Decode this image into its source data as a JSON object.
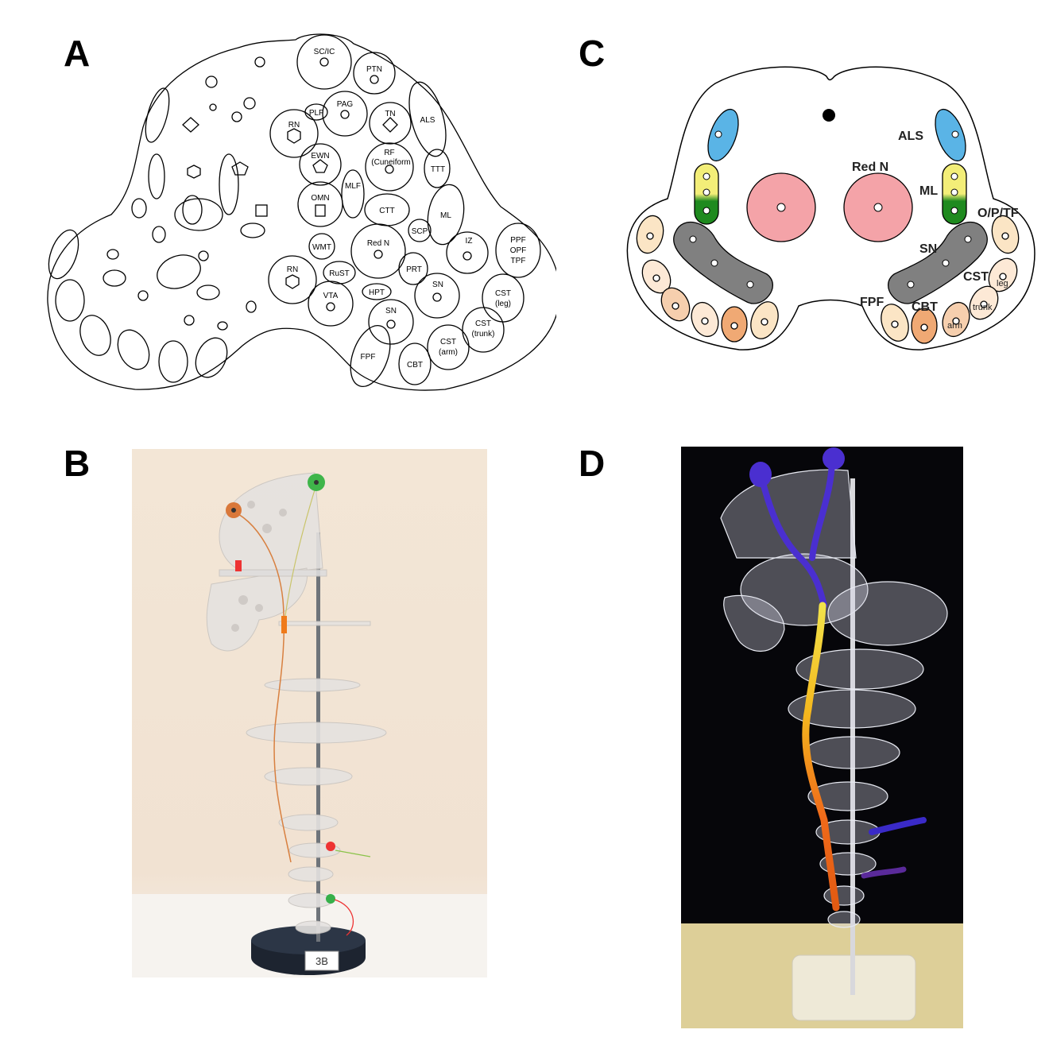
{
  "panels": {
    "a": {
      "letter": "A",
      "labels": {
        "sc_ic": "SC/IC",
        "ptn": "PTN",
        "plf": "PLF",
        "pag": "PAG",
        "tn": "TN",
        "als": "ALS",
        "rn_top": "RN",
        "ewn": "EWN",
        "rf": "RF",
        "rf_sub": "(Cuneiform",
        "ttt": "TTT",
        "mlf": "MLF",
        "omn": "OMN",
        "ctt": "CTT",
        "ml": "ML",
        "scp": "SCP",
        "iz": "IZ",
        "ppf": "PPF",
        "opf": "OPF",
        "tpf": "TPF",
        "wmt": "WMT",
        "red_n": "Red N",
        "prt": "PRT",
        "rn_bottom": "RN",
        "rust": "RuST",
        "hpt": "HPT",
        "sn_right": "SN",
        "cst_leg": "CST",
        "cst_leg_sub": "(leg)",
        "vta": "VTA",
        "sn_mid": "SN",
        "cst_trunk": "CST",
        "cst_trunk_sub": "(trunk)",
        "cst_arm": "CST",
        "cst_arm_sub": "(arm)",
        "fpf": "FPF",
        "cbt": "CBT"
      }
    },
    "b": {
      "letter": "B",
      "tag_label": "3B"
    },
    "c": {
      "letter": "C",
      "labels": {
        "als": "ALS",
        "red_n": "Red N",
        "ml": "ML",
        "optf": "O/P/TF",
        "sn": "SN",
        "cst": "CST",
        "leg": "leg",
        "fpf": "FPF",
        "cbt": "CBT",
        "trunk": "trunk",
        "arm": "arm"
      },
      "colors": {
        "als": "#5ab4e6",
        "red_n": "#f4a3a8",
        "ml_yellow": "#f3ee78",
        "ml_green": "#1f8a1f",
        "sn": "#808080",
        "tract_light": "#fbe5c5",
        "tract_orange": "#f0a974",
        "tract_peach": "#f6cfae"
      }
    },
    "d": {
      "letter": "D"
    }
  }
}
